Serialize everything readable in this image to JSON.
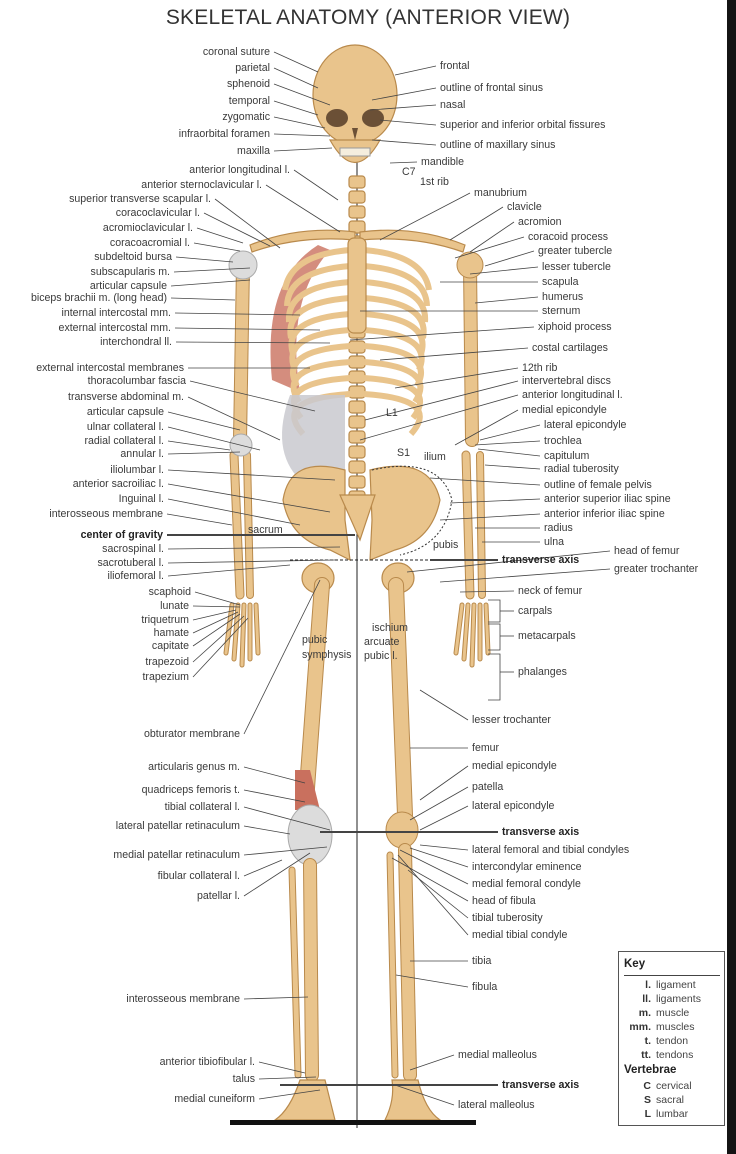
{
  "title": "SKELETAL ANATOMY (ANTERIOR VIEW)",
  "labels": {
    "left": [
      "coronal suture",
      "parietal",
      "sphenoid",
      "temporal",
      "zygomatic",
      "infraorbital foramen",
      "maxilla",
      "anterior longitudinal l.",
      "anterior sternoclavicular l.",
      "superior transverse scapular l.",
      "coracoclavicular l.",
      "acromioclavicular l.",
      "coracoacromial l.",
      "subdeltoid bursa",
      "subscapularis m.",
      "articular capsule",
      "biceps brachii m. (long head)",
      "internal intercostal mm.",
      "external intercostal mm.",
      "interchondral ll.",
      "external intercostal membranes",
      "thoracolumbar fascia",
      "transverse abdominal m.",
      "articular capsule",
      "ulnar collateral l.",
      "radial collateral l.",
      "annular l.",
      "iliolumbar l.",
      "anterior sacroiliac l.",
      "Inguinal l.",
      "interosseous membrane",
      "center of gravity",
      "sacrospinal l.",
      "sacrotuberal l.",
      "iliofemoral l.",
      "scaphoid",
      "lunate",
      "triquetrum",
      "hamate",
      "capitate",
      "trapezoid",
      "trapezium",
      "obturator membrane",
      "articularis genus m.",
      "quadriceps femoris t.",
      "tibial collateral l.",
      "lateral patellar retinaculum",
      "medial patellar retinaculum",
      "fibular collateral l.",
      "patellar l.",
      "interosseous membrane",
      "anterior tibiofibular l.",
      "talus",
      "medial cuneiform"
    ],
    "inner": [
      "sacrum",
      "C7",
      "1st rib",
      "L1",
      "S1",
      "ilium",
      "pubis",
      "pubic",
      "symphysis",
      "ischium",
      "arcuate",
      "pubic l."
    ],
    "right": [
      "frontal",
      "outline of frontal sinus",
      "nasal",
      "superior and inferior orbital fissures",
      "outline of maxillary sinus",
      "mandible",
      "manubrium",
      "clavicle",
      "acromion",
      "coracoid process",
      "greater tubercle",
      "lesser tubercle",
      "scapula",
      "humerus",
      "sternum",
      "xiphoid process",
      "costal cartilages",
      "12th rib",
      "intervertebral discs",
      "anterior longitudinal l.",
      "medial epicondyle",
      "lateral epicondyle",
      "trochlea",
      "capitulum",
      "radial tuberosity",
      "outline of female pelvis",
      "anterior superior iliac spine",
      "anterior inferior iliac spine",
      "radius",
      "ulna",
      "transverse axis",
      "head of femur",
      "greater trochanter",
      "neck of femur",
      "carpals",
      "metacarpals",
      "phalanges",
      "lesser trochanter",
      "femur",
      "medial epicondyle",
      "patella",
      "lateral epicondyle",
      "transverse axis",
      "lateral femoral and tibial condyles",
      "intercondylar eminence",
      "medial femoral condyle",
      "head of fibula",
      "tibial tuberosity",
      "medial tibial condyle",
      "tibia",
      "fibula",
      "medial malleolus",
      "transverse axis",
      "lateral malleolus"
    ]
  },
  "key": {
    "title": "Key",
    "abbreviations": [
      {
        "abbr": "l.",
        "meaning": "ligament"
      },
      {
        "abbr": "ll.",
        "meaning": "ligaments"
      },
      {
        "abbr": "m.",
        "meaning": "muscle"
      },
      {
        "abbr": "mm.",
        "meaning": "muscles"
      },
      {
        "abbr": "t.",
        "meaning": "tendon"
      },
      {
        "abbr": "tt.",
        "meaning": "tendons"
      }
    ],
    "vertebrae_title": "Vertebrae",
    "vertebrae": [
      {
        "abbr": "C",
        "meaning": "cervical"
      },
      {
        "abbr": "S",
        "meaning": "sacral"
      },
      {
        "abbr": "L",
        "meaning": "lumbar"
      }
    ]
  },
  "colors": {
    "bone": "#e9c48c",
    "bone_edge": "#b98a4c",
    "muscle": "#c9705e",
    "ligament": "#dcdcdc",
    "line": "#444444"
  }
}
